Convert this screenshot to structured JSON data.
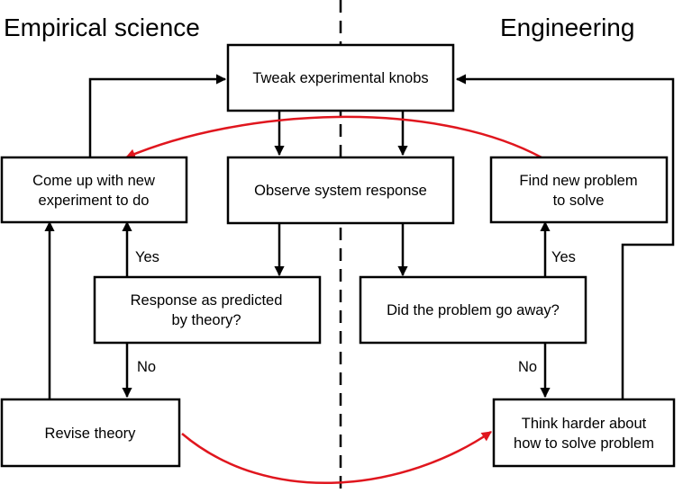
{
  "headings": {
    "left": "Empirical science",
    "right": "Engineering"
  },
  "boxes": {
    "tweak": [
      "Tweak experimental knobs"
    ],
    "observe": [
      "Observe system response"
    ],
    "new_experiment": [
      "Come up with new",
      "experiment to do"
    ],
    "predicted": [
      "Response as predicted",
      "by theory?"
    ],
    "revise": [
      "Revise theory"
    ],
    "new_problem": [
      "Find new problem",
      "to solve"
    ],
    "went_away": [
      "Did the problem go away?"
    ],
    "think_harder": [
      "Think harder about",
      "how to solve problem"
    ]
  },
  "branch_labels": {
    "left_yes": "Yes",
    "left_no": "No",
    "right_yes": "Yes",
    "right_no": "No"
  },
  "colors": {
    "line": "#000000",
    "highlight_arrow": "#e0161e",
    "background": "#ffffff"
  }
}
